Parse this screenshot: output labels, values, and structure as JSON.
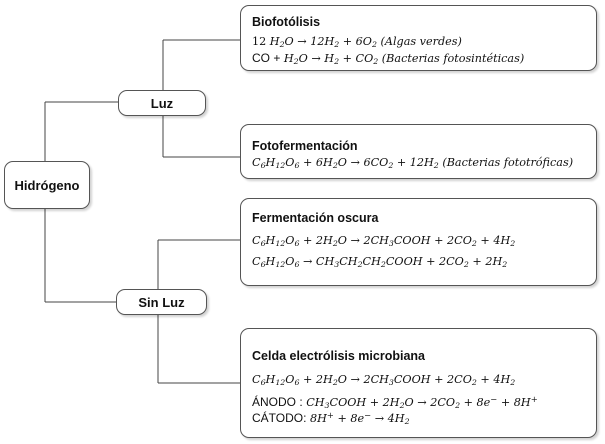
{
  "root": {
    "label": "Hidrógeno"
  },
  "branches": [
    {
      "label": "Luz"
    },
    {
      "label": "Sin Luz"
    }
  ],
  "processes": [
    {
      "title": "Biofotólisis",
      "organism_1": "Algas verdes",
      "organism_2": "Bacterias fotosintéticas"
    },
    {
      "title": "Fotofermentación",
      "organism": "Bacterias fototróficas"
    },
    {
      "title": "Fermentación oscura"
    },
    {
      "title": "Celda electrólisis microbiana",
      "anode_label": "ÁNODO :",
      "cathode_label": "CÁTODO:"
    }
  ]
}
